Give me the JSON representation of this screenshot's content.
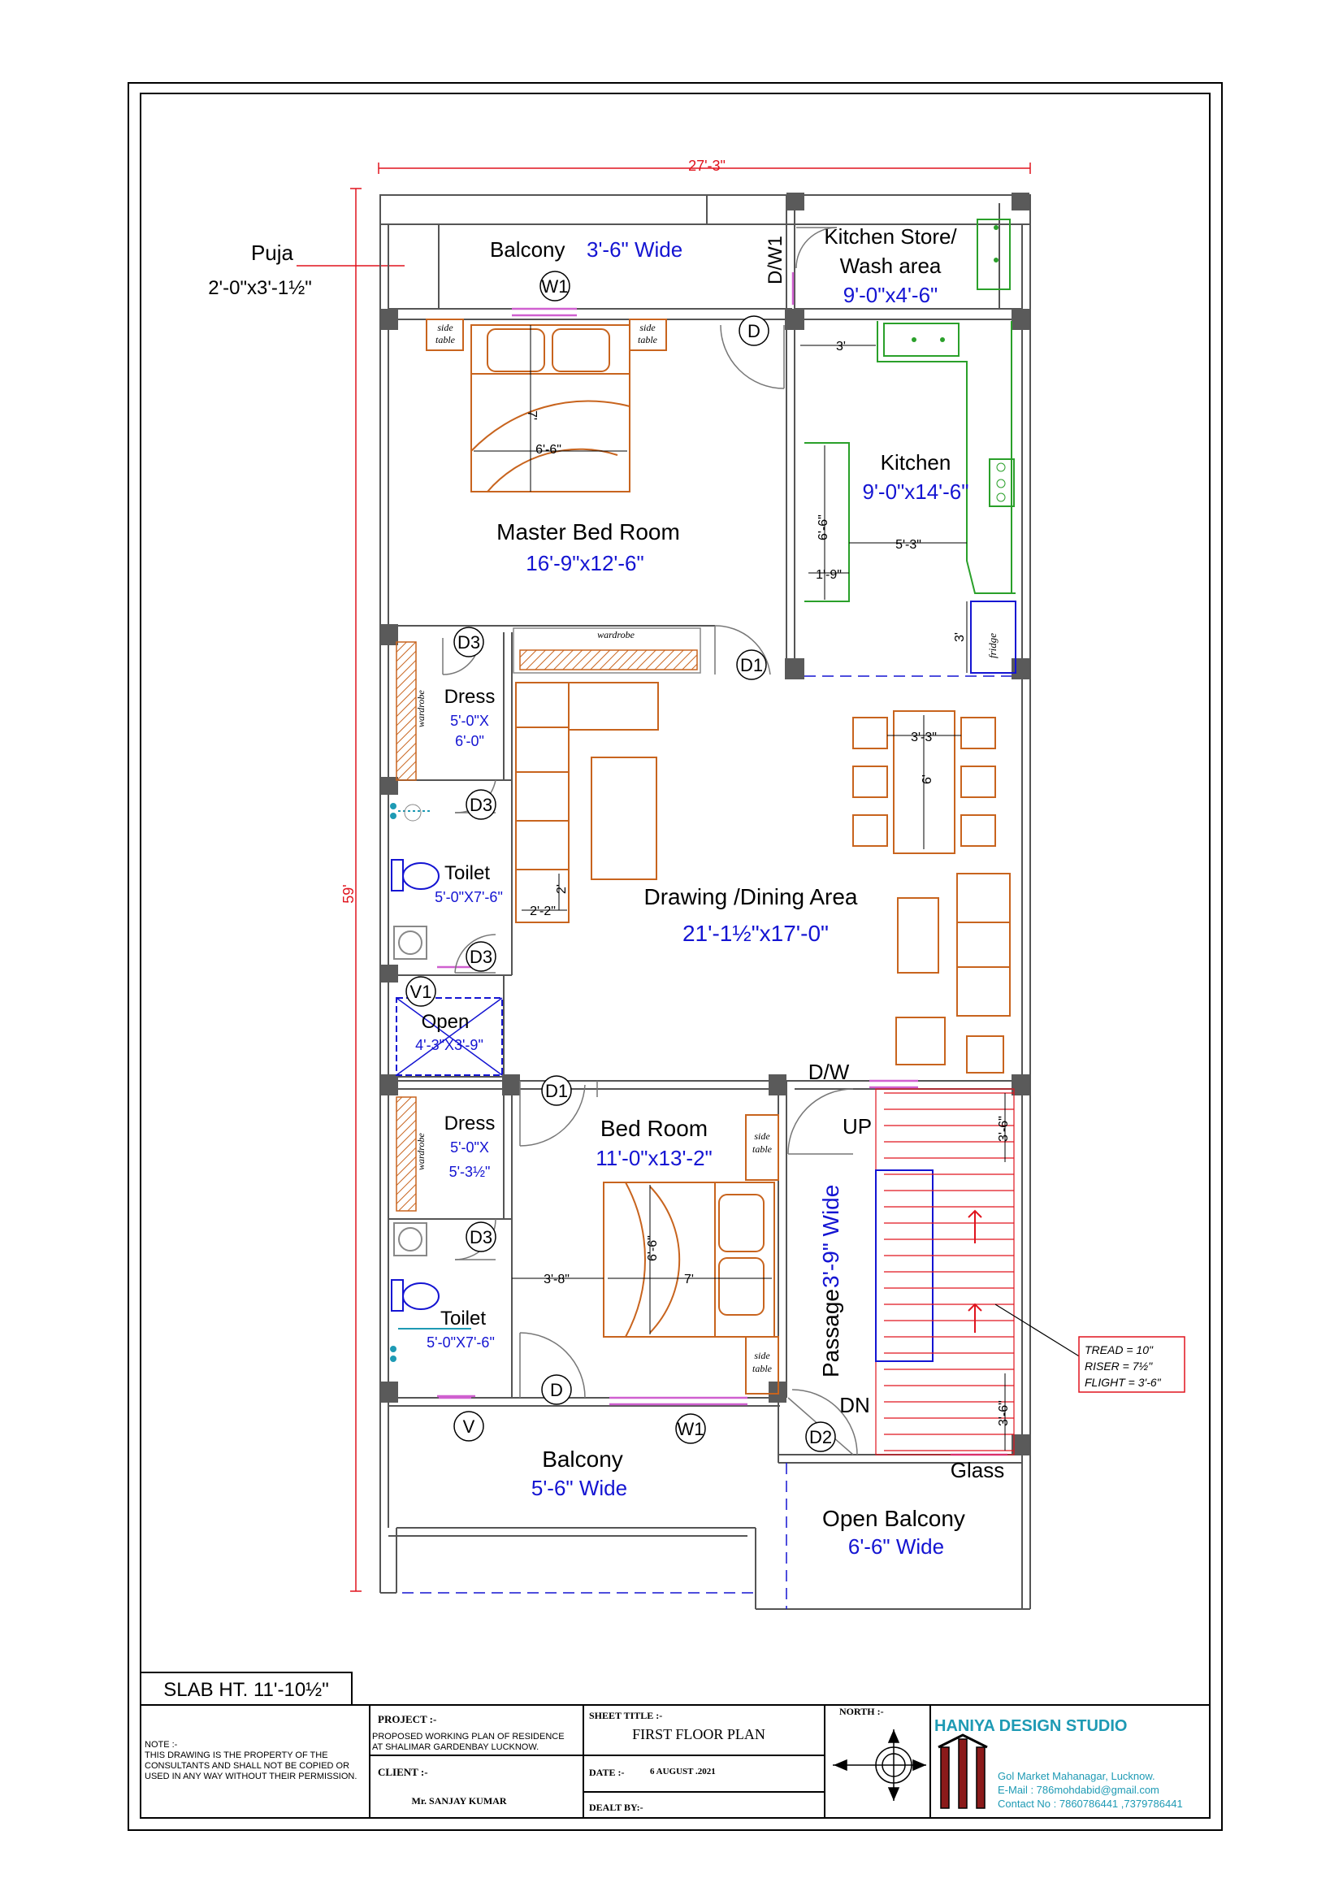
{
  "overall": {
    "width_dim": "27'-3\"",
    "height_dim": "59'"
  },
  "puja": {
    "label": "Puja",
    "size": "2'-0\"x3'-1½\""
  },
  "rooms": {
    "balcony_top": {
      "label": "Balcony",
      "size": "3'-6\" Wide"
    },
    "kitchen_store": {
      "label1": "Kitchen Store/",
      "label2": "Wash area",
      "size": "9'-0\"x4'-6\""
    },
    "kitchen": {
      "label": "Kitchen",
      "size": "9'-0\"x14'-6\""
    },
    "master_bed": {
      "label": "Master Bed Room",
      "size": "16'-9\"x12'-6\""
    },
    "dress1": {
      "label": "Dress",
      "size1": "5'-0\"X",
      "size2": "6'-0\""
    },
    "toilet1": {
      "label": "Toilet",
      "size": "5'-0\"X7'-6\""
    },
    "drawing": {
      "label": "Drawing /Dining Area",
      "size": "21'-1½\"x17'-0\""
    },
    "open": {
      "label": "Open",
      "size": "4'-3\"X3'-9\""
    },
    "dress2": {
      "label": "Dress",
      "size1": "5'-0\"X",
      "size2": "5'-3½\""
    },
    "bedroom": {
      "label": "Bed Room",
      "size": "11'-0\"x13'-2\""
    },
    "toilet2": {
      "label": "Toilet",
      "size": "5'-0\"X7'-6\""
    },
    "passage": {
      "label": "Passage",
      "size": "3'-9\" Wide"
    },
    "balcony_bottom": {
      "label": "Balcony",
      "size": "5'-6\" Wide"
    },
    "open_balcony": {
      "label": "Open  Balcony",
      "size": "6'-6\" Wide"
    }
  },
  "tags": {
    "w1": "W1",
    "d": "D",
    "d1": "D1",
    "d2": "D2",
    "d3": "D3",
    "v": "V",
    "v1": "V1",
    "dw1": "D/W1",
    "dw": "D/W",
    "up": "UP",
    "dn": "DN",
    "glass": "Glass"
  },
  "dims": {
    "bed_len": "7'",
    "bed_w": "6'-6\"",
    "k_3a": "3'",
    "k_66": "6'-6\"",
    "k_53": "5'-3\"",
    "k_19": "1'-9\"",
    "k_3b": "3'",
    "dining_33": "3'-3\"",
    "dining_6": "6'",
    "sofa_2": "2'",
    "sofa_22": "2'-2\"",
    "bed2_38": "3'-8\"",
    "bed2_66": "6'-6\"",
    "bed2_7": "7'",
    "stair_36a": "3'-6\"",
    "stair_36b": "3'-6\""
  },
  "furniture": {
    "side_table": "side",
    "side_table2": "table",
    "wardrobe": "wardrobe",
    "fridge": "fridge"
  },
  "stair_note": {
    "tread": "TREAD  =  10\"",
    "riser": "RISER  =  7½\"",
    "flight": "FLIGHT = 3'-6\""
  },
  "slab": "SLAB HT. 11'-10½\"",
  "title_block": {
    "note": [
      "NOTE :-",
      "THIS DRAWING IS THE PROPERTY OF THE",
      "CONSULTANTS AND SHALL NOT BE COPIED OR",
      "USED IN ANY WAY WITHOUT THEIR PERMISSION."
    ],
    "project_label": "PROJECT :-",
    "project_line1": "PROPOSED  WORKING PLAN OF RESIDENCE",
    "project_line2": "AT SHALIMAR GARDENBAY LUCKNOW.",
    "client_label": "CLIENT :-",
    "client_name": "Mr. SANJAY KUMAR",
    "sheet_label": "SHEET TITLE :-",
    "sheet_title": "FIRST  FLOOR  PLAN",
    "date_label": "DATE :-",
    "date_value": "6 AUGUST .2021",
    "dealt_label": "DEALT BY:-",
    "north_label": "NORTH :-",
    "studio": "HANIYA DESIGN STUDIO",
    "addr1": "Gol Market Mahanagar, Lucknow.",
    "addr2": "E-Mail  :  786mohdabid@gmail.com",
    "addr3": "Contact No :  7860786441 ,7379786441"
  },
  "colors": {
    "wall": "#666666",
    "blue": "#1414d2",
    "red": "#e0141e",
    "orange": "#c8641e",
    "green": "#2aa02a",
    "teal": "#1e9ab4"
  }
}
